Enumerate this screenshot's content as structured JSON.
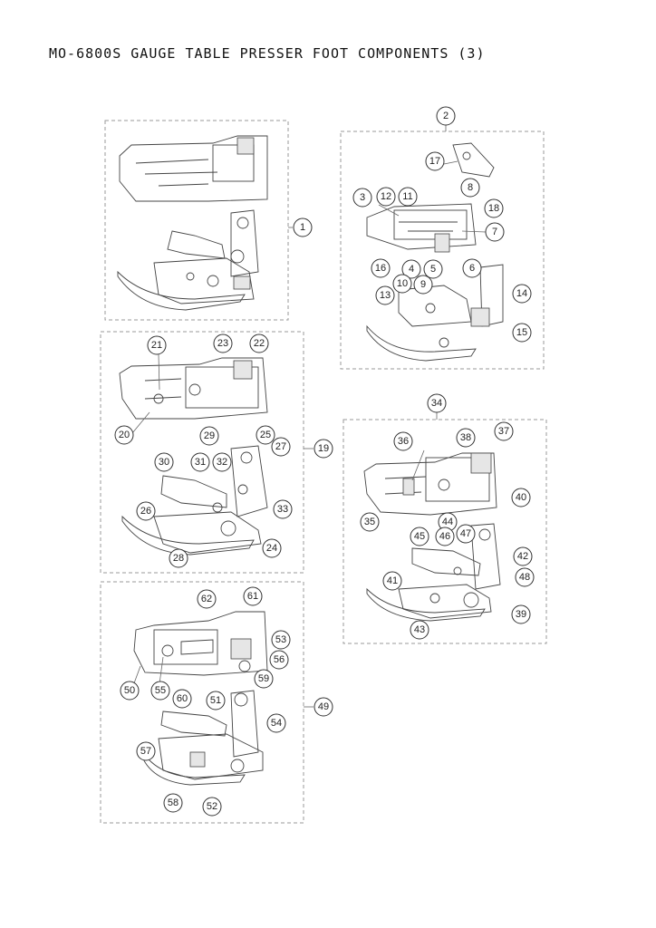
{
  "page": {
    "title": "MO-6800S GAUGE TABLE PRESSER FOOT COMPONENTS (3)"
  },
  "groups": [
    {
      "id": "group-1",
      "callout": "1"
    },
    {
      "id": "group-2",
      "callout": "2"
    },
    {
      "id": "group-19",
      "callout": "19"
    },
    {
      "id": "group-34",
      "callout": "34"
    },
    {
      "id": "group-49",
      "callout": "49"
    }
  ],
  "callouts": [
    "1",
    "2",
    "3",
    "4",
    "5",
    "6",
    "7",
    "8",
    "9",
    "10",
    "11",
    "12",
    "13",
    "14",
    "15",
    "16",
    "17",
    "18",
    "19",
    "20",
    "21",
    "22",
    "23",
    "24",
    "25",
    "26",
    "27",
    "28",
    "29",
    "30",
    "31",
    "32",
    "33",
    "34",
    "35",
    "36",
    "37",
    "38",
    "39",
    "40",
    "41",
    "42",
    "43",
    "44",
    "45",
    "46",
    "47",
    "48",
    "49",
    "50",
    "51",
    "52",
    "53",
    "54",
    "55",
    "56",
    "57",
    "58",
    "59",
    "60",
    "61",
    "62"
  ]
}
